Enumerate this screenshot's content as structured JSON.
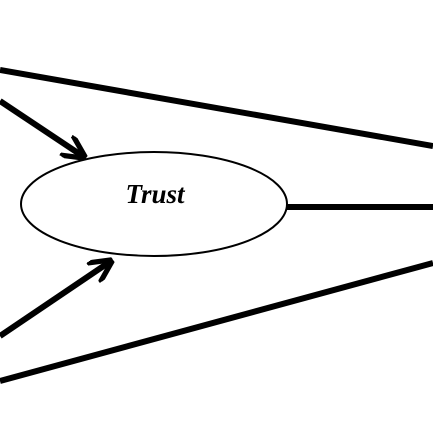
{
  "diagram": {
    "nodes": [
      {
        "id": "trust",
        "label": "Trust",
        "shape": "ellipse"
      }
    ],
    "edges": [
      {
        "id": "edge-top-left-to-trust",
        "to": "trust",
        "arrow": true
      },
      {
        "id": "edge-bottom-left-to-trust",
        "to": "trust",
        "arrow": true
      },
      {
        "id": "edge-trust-to-right",
        "from": "trust",
        "arrow": false
      },
      {
        "id": "edge-upper-diagonal",
        "arrow": false
      },
      {
        "id": "edge-lower-diagonal",
        "arrow": false
      }
    ],
    "colors": {
      "stroke": "#000000",
      "background": "#ffffff",
      "node_fill": "#ffffff"
    }
  }
}
